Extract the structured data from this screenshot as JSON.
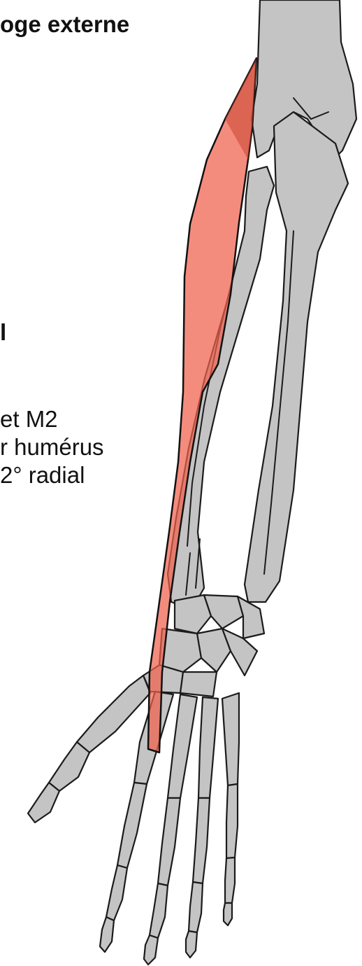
{
  "diagram": {
    "title": "oge externe",
    "muscle_name": "l",
    "description_lines": [
      "et M2",
      "r humérus",
      "2° radial"
    ]
  },
  "colors": {
    "muscle": "#f0604c",
    "bone": "#c4c4c4",
    "outline": "#1b1b1b",
    "text": "#111111"
  }
}
